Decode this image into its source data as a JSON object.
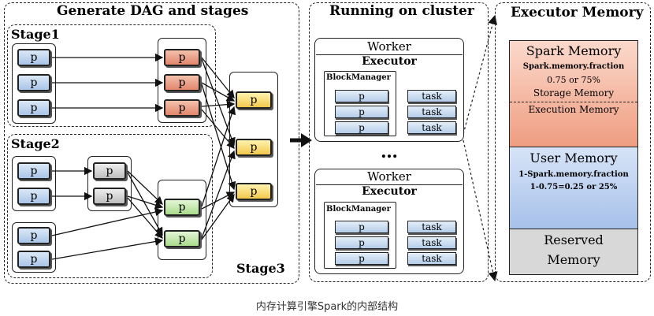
{
  "panels": {
    "dag_title": "Generate DAG and stages",
    "cluster_title": "Running on cluster",
    "memory_title": "Executor Memory"
  },
  "stages": {
    "stage1": "Stage1",
    "stage2": "Stage2",
    "stage3": "Stage3"
  },
  "partition_label": "p",
  "cluster": {
    "worker_label": "Worker",
    "executor_label": "Executor",
    "blockmanager_label": "BlockManager",
    "task_label": "task",
    "ellipsis": "…"
  },
  "memory": {
    "spark_memory": "Spark Memory",
    "spark_fraction": "Spark.memory.fraction",
    "spark_fraction_value": "0.75 or 75%",
    "storage_memory": "Storage Memory",
    "execution_memory": "Execution Memory",
    "user_memory": "User Memory",
    "user_fraction": "1-Spark.memory.fraction",
    "user_fraction_value": "1-0.75=0.25 or 25%",
    "reserved_line1": "Reserved",
    "reserved_line2": "Memory",
    "colors": {
      "spark": "#f3a68c",
      "user": "#b3c9ec",
      "reserved": "#d8d8d8"
    }
  },
  "caption": "内存计算引擎Spark的内部结构"
}
